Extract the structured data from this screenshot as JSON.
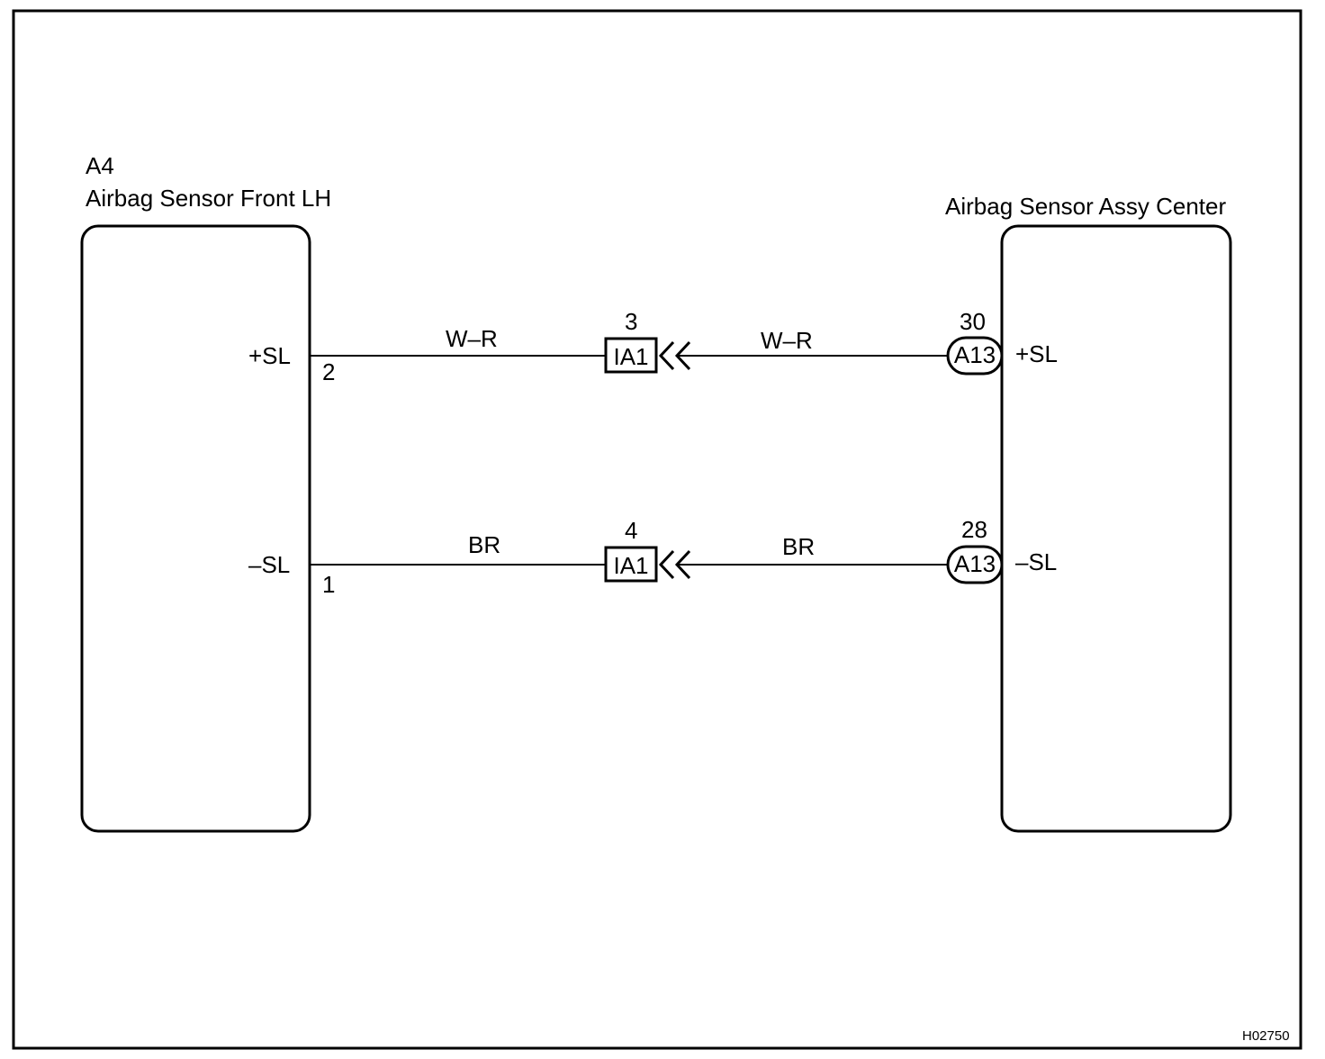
{
  "left_component": {
    "code": "A4",
    "name": "Airbag Sensor Front LH",
    "pins": [
      {
        "label": "+SL",
        "number": "2"
      },
      {
        "label": "–SL",
        "number": "1"
      }
    ]
  },
  "right_component": {
    "name": "Airbag Sensor Assy Center",
    "connector": "A13",
    "pins": [
      {
        "label": "+SL",
        "number": "30"
      },
      {
        "label": "–SL",
        "number": "28"
      }
    ]
  },
  "wires": [
    {
      "color_left": "W–R",
      "color_right": "W–R",
      "junction": "IA1",
      "junction_pin": "3"
    },
    {
      "color_left": "BR",
      "color_right": "BR",
      "junction": "IA1",
      "junction_pin": "4"
    }
  ],
  "figure_code": "H02750"
}
